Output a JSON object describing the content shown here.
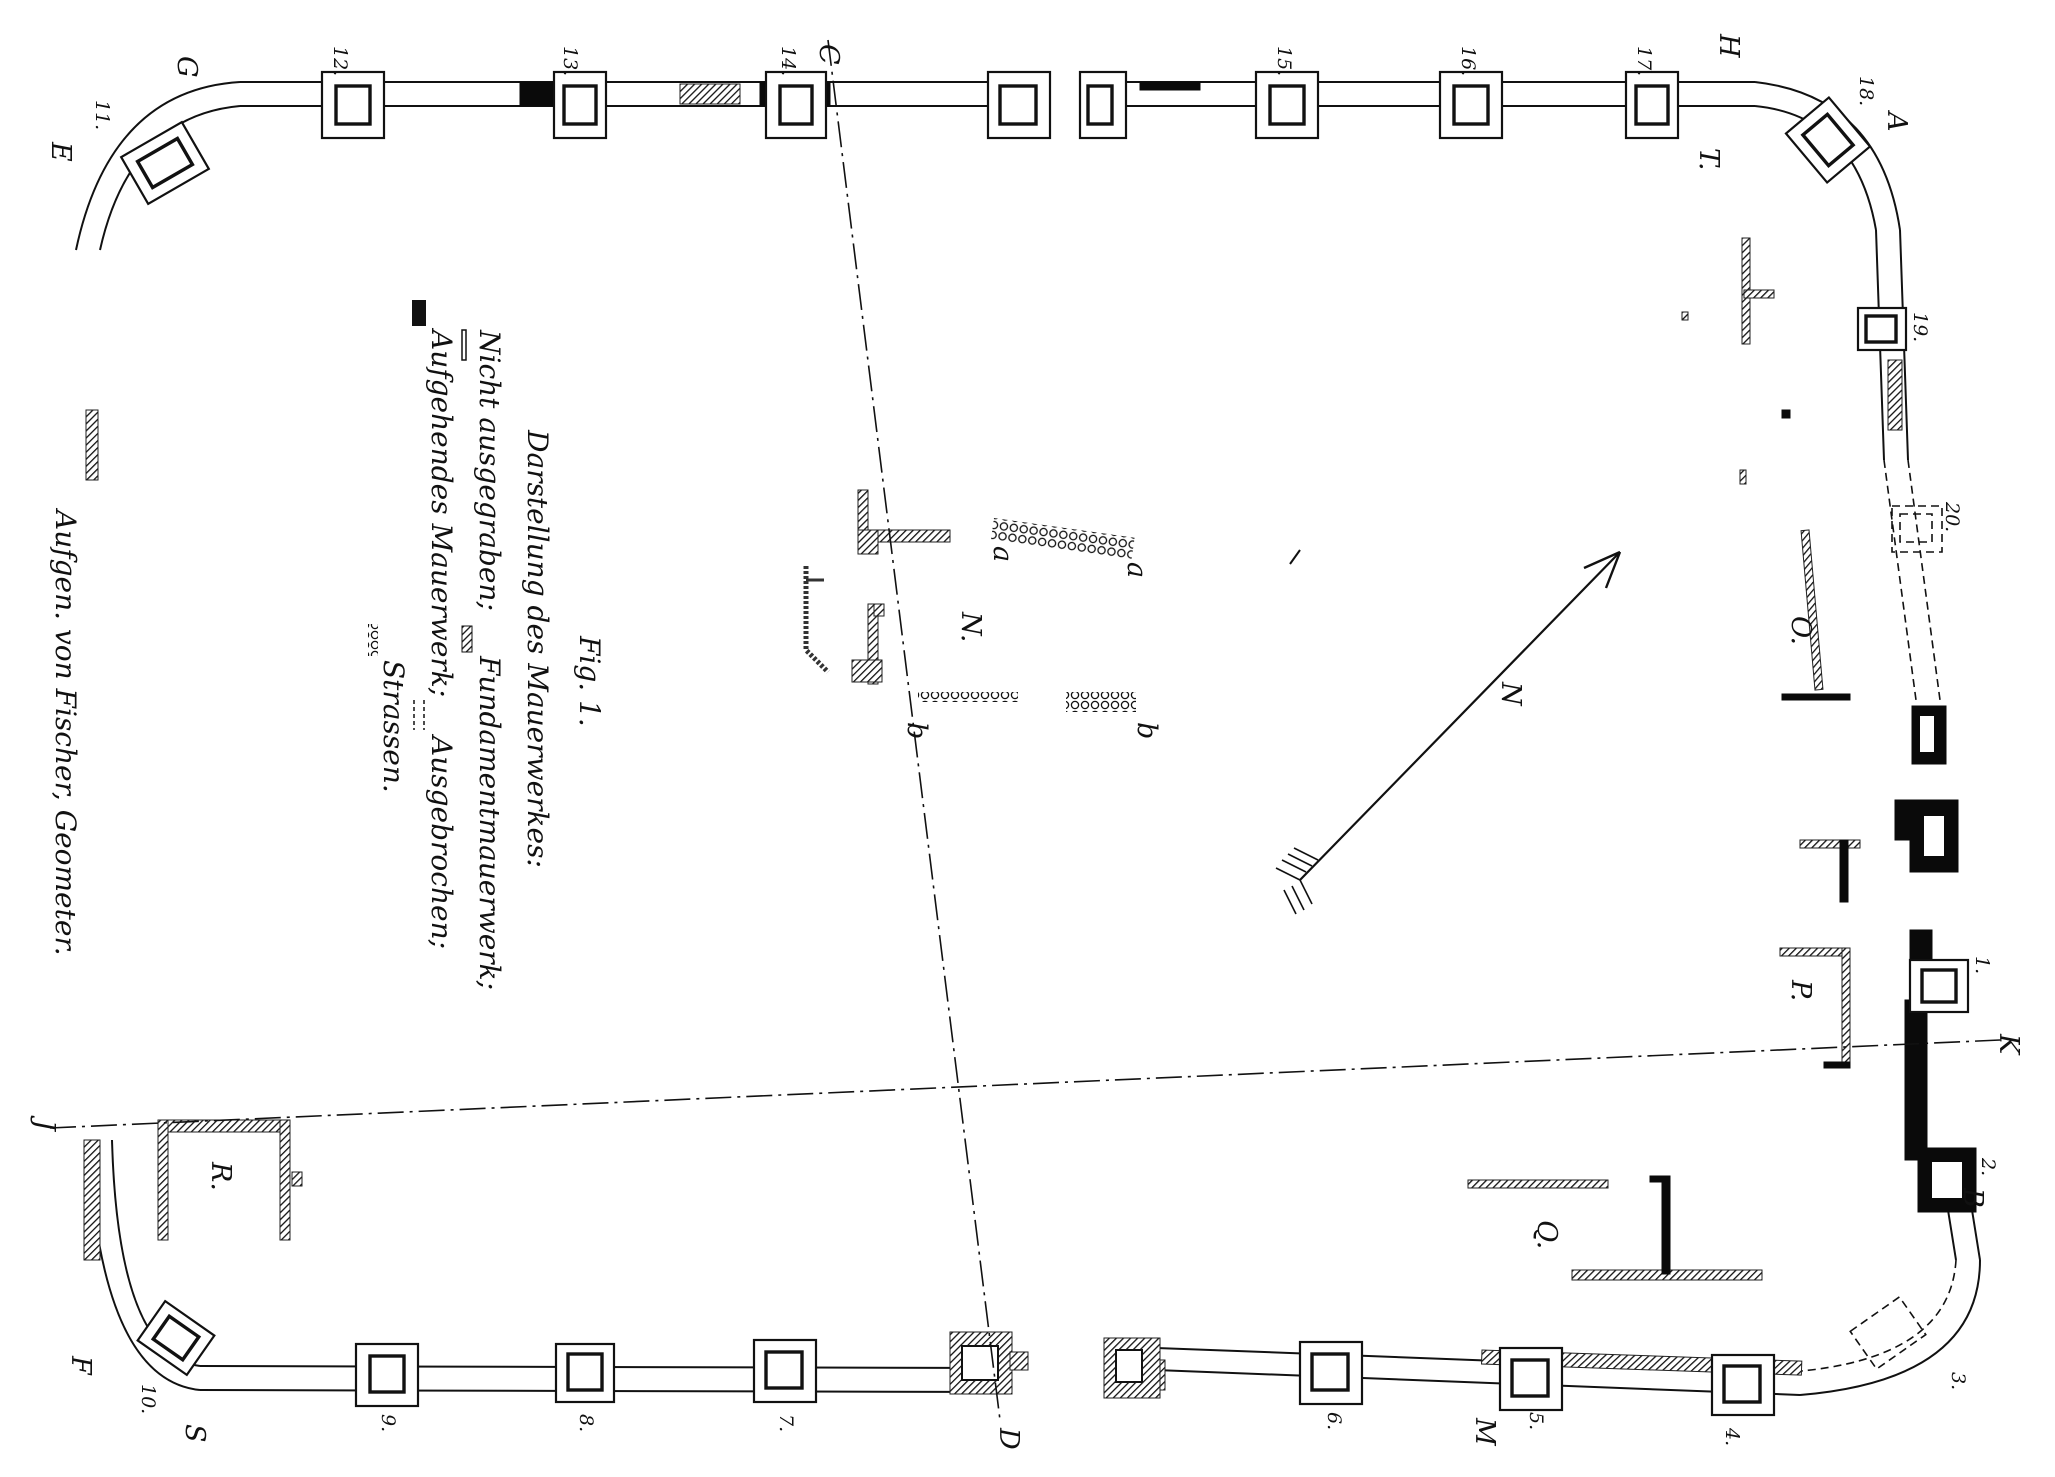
{
  "legend": {
    "title": "Darstellung des Mauerwerkes:",
    "line1": "Nicht ausgegraben;",
    "line1b": "Fundamentmauerwerk;",
    "line2": "Aufgehendes Mauerwerk;",
    "line2b": "Ausgebrochen;",
    "line3": "Strassen.",
    "fig": "Fig. 1."
  },
  "surveyor": "Aufgen. von Fischer, Geometer.",
  "arrow_label": "N",
  "section_letters": {
    "C": "C",
    "D": "D",
    "H": "H",
    "K": "K",
    "J": "J",
    "A": "A",
    "B": "B",
    "M": "M",
    "G": "G",
    "E": "E",
    "F": "F",
    "S": "S"
  },
  "building_letters": {
    "N": "N.",
    "O": "O.",
    "P": "P.",
    "Q": "Q.",
    "R": "R.",
    "T": "T."
  },
  "road_letters": {
    "a": "a",
    "b": "b"
  },
  "tower_numbers": {
    "t1": "1.",
    "t2": "2.",
    "t3": "3.",
    "t4": "4.",
    "t5": "5.",
    "t6": "6.",
    "t7": "7.",
    "t8": "8.",
    "t9": "9.",
    "t10": "10.",
    "t11": "11.",
    "t12": "12.",
    "t13": "13.",
    "t14": "14.",
    "t15": "15.",
    "t16": "16.",
    "t17": "17.",
    "t18": "18.",
    "t19": "19.",
    "t20": "20."
  },
  "colors": {
    "ink": "#111111",
    "paper": "#ffffff"
  }
}
